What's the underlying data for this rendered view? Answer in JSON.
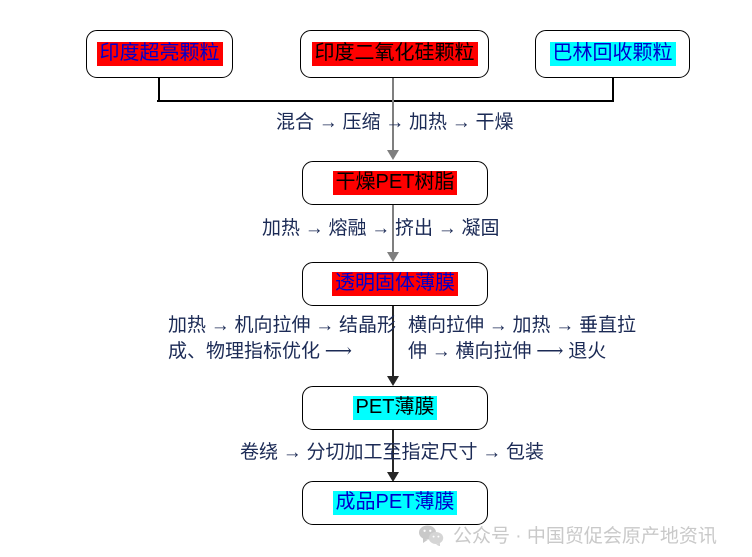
{
  "diagram": {
    "title": "PET film manufacturing process flowchart",
    "colors": {
      "red_fill": "#ff0000",
      "cyan_fill": "#00ffff",
      "blue_text": "#0000cc",
      "black_text": "#000000",
      "arrow_blue": "#4a78c8",
      "process_text": "#1b2a55",
      "connector_gray": "#7f7f7f",
      "watermark_gray": "#c9c9c9"
    },
    "inputs": [
      {
        "label": "印度超亮颗粒",
        "fill": "red",
        "text": "blue"
      },
      {
        "label": "印度二氧化硅颗粒",
        "fill": "red",
        "text": "black"
      },
      {
        "label": "巴林回收颗粒",
        "fill": "cyan",
        "text": "blue"
      }
    ],
    "stages": [
      {
        "label": "干燥PET树脂",
        "fill": "red",
        "text": "black"
      },
      {
        "label": "透明固体薄膜",
        "fill": "red",
        "text": "blue"
      },
      {
        "label": "PET薄膜",
        "fill": "cyan",
        "text": "black"
      },
      {
        "label": "成品PET薄膜",
        "fill": "cyan",
        "text": "blue"
      }
    ],
    "processes": {
      "p1": {
        "steps": [
          "混合",
          "压缩",
          "加热",
          "干燥"
        ]
      },
      "p2": {
        "steps": [
          "加热",
          "熔融",
          "挤出",
          "凝固"
        ]
      },
      "p3_left": {
        "steps": [
          "加热",
          "机向拉伸",
          "结晶形成、物理指标优化"
        ]
      },
      "p3_right": {
        "steps": [
          "横向拉伸",
          "加热",
          "垂直拉伸",
          "横向拉伸",
          "退火"
        ]
      },
      "p4": {
        "steps": [
          "卷绕",
          "分切加工至指定尺寸",
          "包装"
        ]
      }
    },
    "process_text": {
      "p1": "混合 → 压缩 → 加热 → 干燥",
      "p2": "加热 → 熔融 → 挤出 → 凝固",
      "p3_left_line1": "加热 → 机向拉伸 → 结晶形",
      "p3_left_line2": "成、物理指标优化 ⟶",
      "p3_right_line1": "横向拉伸 → 加热 → 垂直拉",
      "p3_right_line2": "伸 → 横向拉伸 ⟶ 退火",
      "p4": "卷绕 → 分切加工至指定尺寸 → 包装"
    }
  },
  "watermark": {
    "icon": "wechat-icon",
    "text": "公众号 · 中国贸促会原产地资讯"
  }
}
